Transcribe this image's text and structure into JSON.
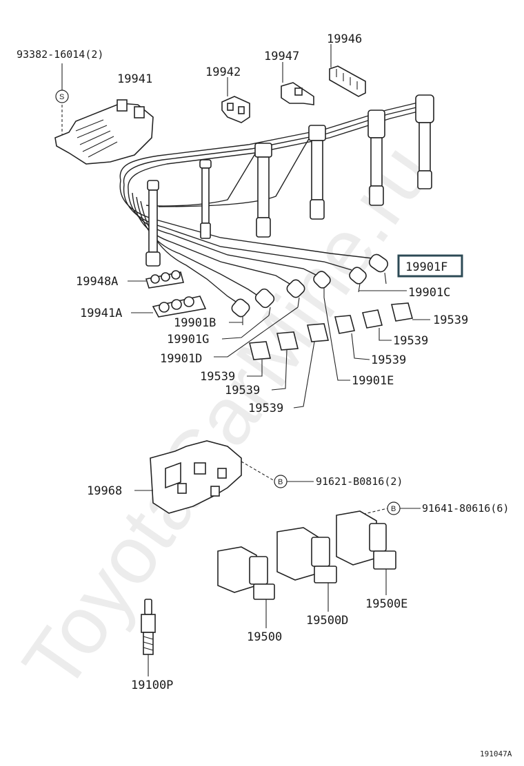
{
  "watermark": "ToyotaCarMine.ru",
  "diagram_id": "191047A",
  "callouts": {
    "s_symbol": "S",
    "b_symbol": "B"
  },
  "labels": {
    "p93382": "93382-16014(2)",
    "p19941": "19941",
    "p19942": "19942",
    "p19947": "19947",
    "p19946": "19946",
    "p19901F": "19901F",
    "p19901C": "19901C",
    "p19948A": "19948A",
    "p19941A": "19941A",
    "p19901B": "19901B",
    "p19901G": "19901G",
    "p19901D": "19901D",
    "p19539a": "19539",
    "p19539b": "19539",
    "p19539c": "19539",
    "p19539d": "19539",
    "p19539e": "19539",
    "p19539f": "19539",
    "p19901E": "19901E",
    "p19968": "19968",
    "p91621": "91621-B0816(2)",
    "p91641": "91641-80616(6)",
    "p19500": "19500",
    "p19500D": "19500D",
    "p19500E": "19500E",
    "p19100P": "19100P"
  },
  "highlighted_part": "19901F"
}
